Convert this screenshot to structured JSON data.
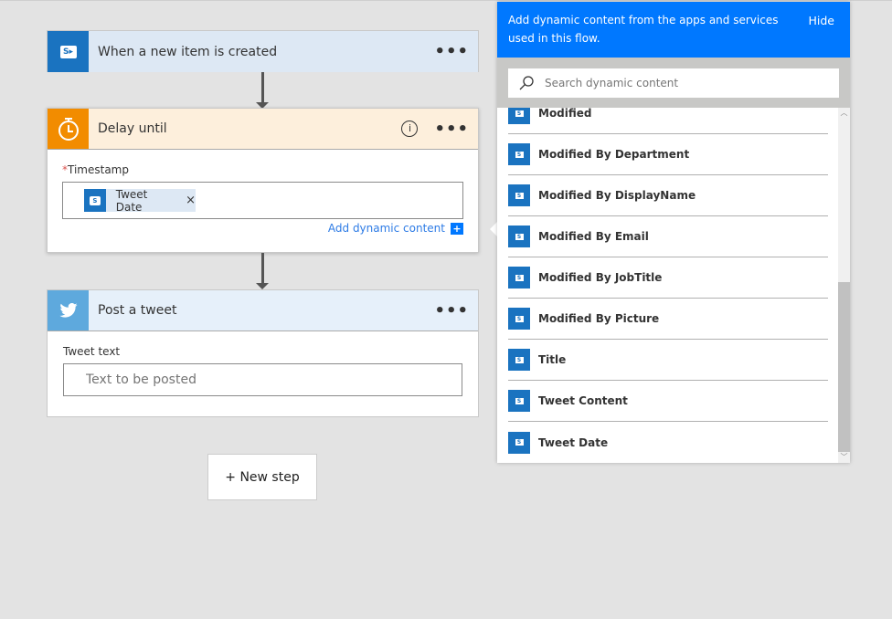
{
  "steps": [
    {
      "title": "When a new item is created",
      "icon": "sharepoint-icon",
      "color": "#1a73c0",
      "header_bg": "#dde8f4"
    },
    {
      "title": "Delay until",
      "icon": "timer-icon",
      "color": "#f28c00",
      "header_bg": "#fdefdc",
      "field_label": "Timestamp",
      "required_mark": "*",
      "token": "Tweet Date",
      "token_remove": "×",
      "add_dynamic": "Add dynamic content",
      "add_icon": "+"
    },
    {
      "title": "Post a tweet",
      "icon": "twitter-icon",
      "color": "#5ea9dd",
      "header_bg": "#e6f0fa",
      "field_label": "Tweet text",
      "placeholder": "Text to be posted"
    }
  ],
  "more": "•••",
  "new_step": "+ New step",
  "panel": {
    "header": "Add dynamic content from the apps and services used in this flow.",
    "hide": "Hide",
    "search_placeholder": "Search dynamic content",
    "accent": "#0078ff",
    "items": [
      "Modified",
      "Modified By Department",
      "Modified By DisplayName",
      "Modified By Email",
      "Modified By JobTitle",
      "Modified By Picture",
      "Title",
      "Tweet Content",
      "Tweet Date"
    ],
    "scroll_position_percent": 50
  }
}
